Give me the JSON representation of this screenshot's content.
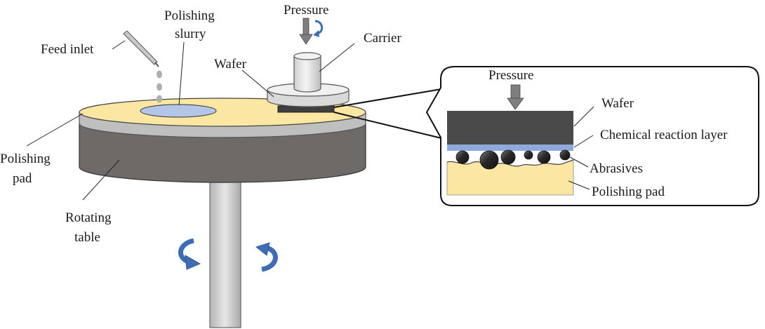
{
  "labels": {
    "pressure_main": "Pressure",
    "polishing_slurry_line1": "Polishing",
    "polishing_slurry_line2": "slurry",
    "feed_inlet": "Feed inlet",
    "carrier": "Carrier",
    "wafer": "Wafer",
    "polishing_pad_line1": "Polishing",
    "polishing_pad_line2": "pad",
    "rotating_table_line1": "Rotating",
    "rotating_table_line2": "table",
    "inset_pressure": "Pressure",
    "inset_wafer": "Wafer",
    "inset_chemical_layer": "Chemical reaction layer",
    "inset_abrasives": "Abrasives",
    "inset_polishing_pad": "Polishing pad"
  },
  "colors": {
    "pad_yellow": "#fbe6a2",
    "pad_gray": "#bfbfbf",
    "table_dark": "#6e6a67",
    "wafer_dark": "#4a4a4a",
    "slurry_blue": "#b4c6e7",
    "arrow_blue": "#3d6db5",
    "arrow_gray": "#7f7f7f",
    "chemical_layer": "#8eaadb",
    "abrasive_dark": "#2a2a2a"
  },
  "icons": {
    "rotation_arrows": "curved-rotation-arrow-icon",
    "pressure_arrows": "down-arrow-icon"
  }
}
